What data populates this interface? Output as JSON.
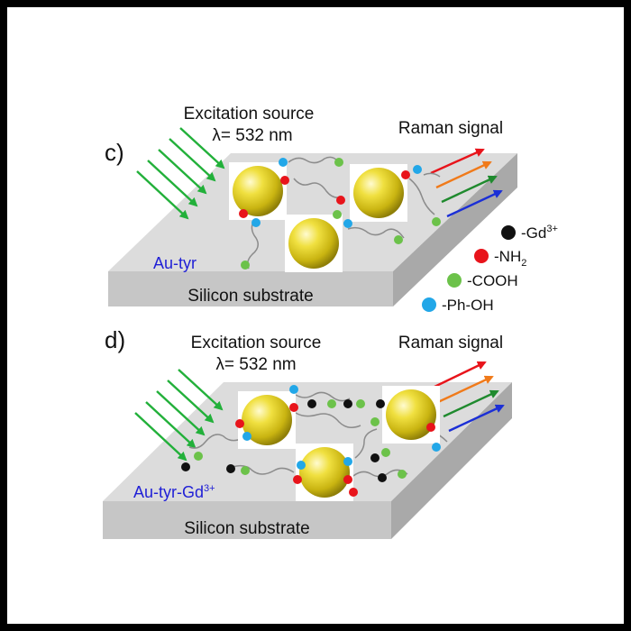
{
  "panel_c": {
    "label": "c)",
    "excitation_line1": "Excitation source",
    "excitation_line2": "λ= 532 nm",
    "raman": "Raman signal",
    "sample": "Au-tyr",
    "substrate": "Silicon substrate"
  },
  "panel_d": {
    "label": "d)",
    "excitation_line1": "Excitation source",
    "excitation_line2": "λ= 532 nm",
    "raman": "Raman signal",
    "sample_base": "Au-tyr-Gd",
    "sample_sup": "3+",
    "substrate": "Silicon substrate"
  },
  "legend": [
    {
      "text": "-Gd",
      "sup": "3+",
      "sub": "",
      "color": "#111111"
    },
    {
      "text": "-NH",
      "sup": "",
      "sub": "2",
      "color": "#e8141b"
    },
    {
      "text": "-COOH",
      "sup": "",
      "sub": "",
      "color": "#6cc24a"
    },
    {
      "text": "-Ph-OH",
      "sup": "",
      "sub": "",
      "color": "#22a7e8"
    }
  ],
  "colors": {
    "excitation_arrow": "#22b03a",
    "raman_arrows": [
      "#e8141b",
      "#f07a1a",
      "#1f8a2e",
      "#1b2fd6"
    ],
    "gold": "#d8c818",
    "slab_top": "#dcdcdc",
    "slab_front": "#c4c4c4",
    "slab_side": "#a8a8a8"
  }
}
